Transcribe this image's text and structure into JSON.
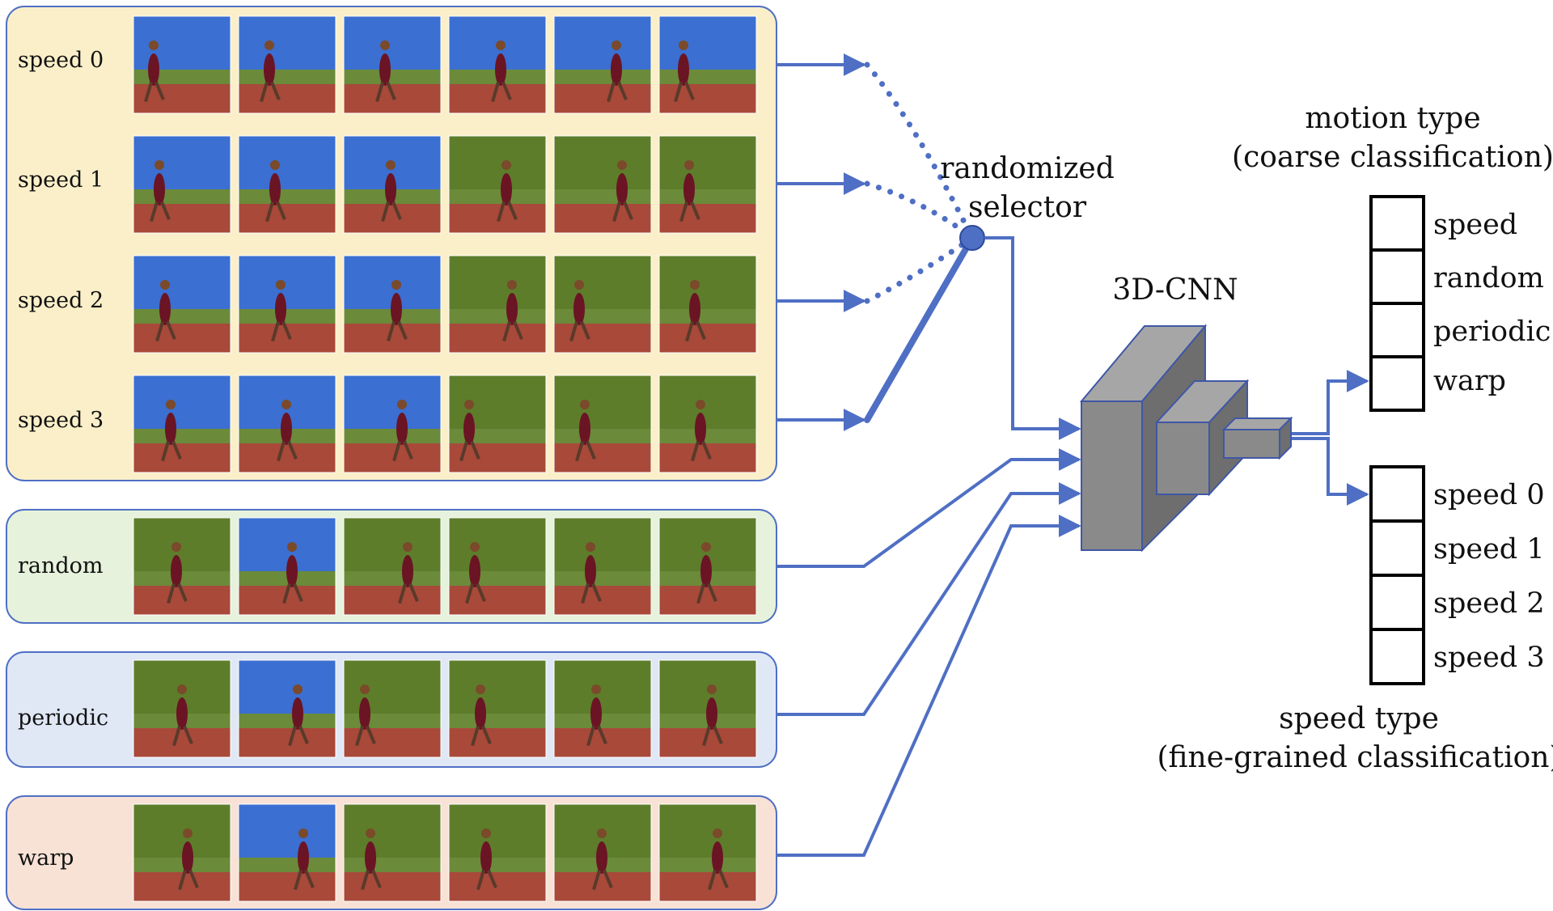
{
  "title": "",
  "groups": [
    {
      "id": "speed",
      "fill": "#fbefc9",
      "rows": [
        "speed 0",
        "speed 1",
        "speed 2",
        "speed 3"
      ]
    },
    {
      "id": "random",
      "fill": "#e6f2dc",
      "rows": [
        "random"
      ]
    },
    {
      "id": "periodic",
      "fill": "#e0e8f6",
      "rows": [
        "periodic"
      ]
    },
    {
      "id": "warp",
      "fill": "#f8e2d6",
      "rows": [
        "warp"
      ]
    }
  ],
  "selector": {
    "label_line1": "randomized",
    "label_line2": "selector"
  },
  "network": {
    "label": "3D-CNN"
  },
  "outputs": {
    "motion": {
      "title_line1": "motion type",
      "title_line2": "(coarse classification)",
      "classes": [
        "speed",
        "random",
        "periodic",
        "warp"
      ]
    },
    "speed": {
      "title_line1": "speed type",
      "title_line2": "(fine-grained classification)",
      "classes": [
        "speed 0",
        "speed 1",
        "speed 2",
        "speed 3"
      ]
    }
  },
  "colors": {
    "arrow": "#4f6fc4",
    "cnn_fill": "#8a8a8a",
    "cnn_side": "#6e6e6e",
    "cnn_top": "#a6a6a6",
    "frame_sky": "#3b6fd1",
    "frame_grass": "#5d7d2b",
    "frame_track": "#a8493a",
    "athlete": "#6b1424"
  },
  "icons": {
    "frame": "video-frame-thumbnail",
    "selector": "selector-node-icon"
  }
}
